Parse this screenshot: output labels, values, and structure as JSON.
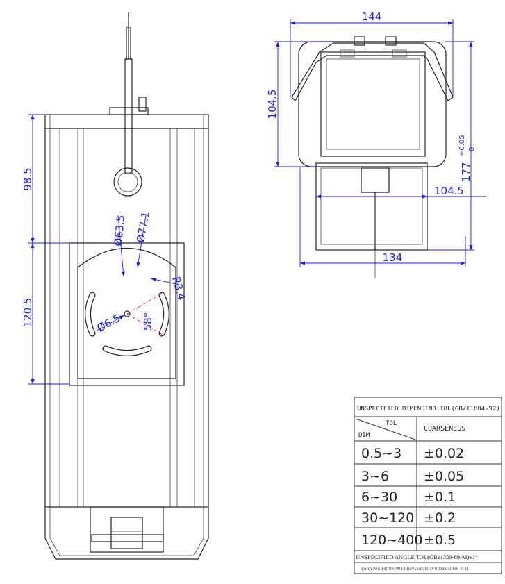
{
  "dimensions": {
    "left_top_height": "98.5",
    "left_plate_height": "120.5",
    "dia_inner": "Ø63.5",
    "dia_outer": "Ø77.1",
    "radius": "R3.4",
    "hole_dia": "Ø6.5",
    "angle": "58°",
    "right_width_top": "144",
    "right_height_upper": "104.5",
    "right_total_height": "177",
    "right_total_tol_upper": "+0.05",
    "right_total_tol_lower": "0",
    "right_inner_width": "104.5",
    "right_base_width": "134"
  },
  "tolerance_table": {
    "title": "UNSPECIFIED DIMENSIND TOL(GB/T1804-92)",
    "corner_top": "TOL",
    "corner_bottom": "DIM",
    "col_header": "COARSENESS",
    "rows": [
      {
        "dim": "0.5~3",
        "tol": "±0.02"
      },
      {
        "dim": "3~6",
        "tol": "±0.05"
      },
      {
        "dim": "6~30",
        "tol": "±0.1"
      },
      {
        "dim": "30~120",
        "tol": "±0.2"
      },
      {
        "dim": "120~400",
        "tol": "±0.5"
      }
    ],
    "angle_tol": "UNSPECIFIED ANGLE TOL(GB11359-89-M)±1°",
    "form_info": "Form No: FR-04-0013 Revsion: REV0  Date:2016-4-11"
  }
}
